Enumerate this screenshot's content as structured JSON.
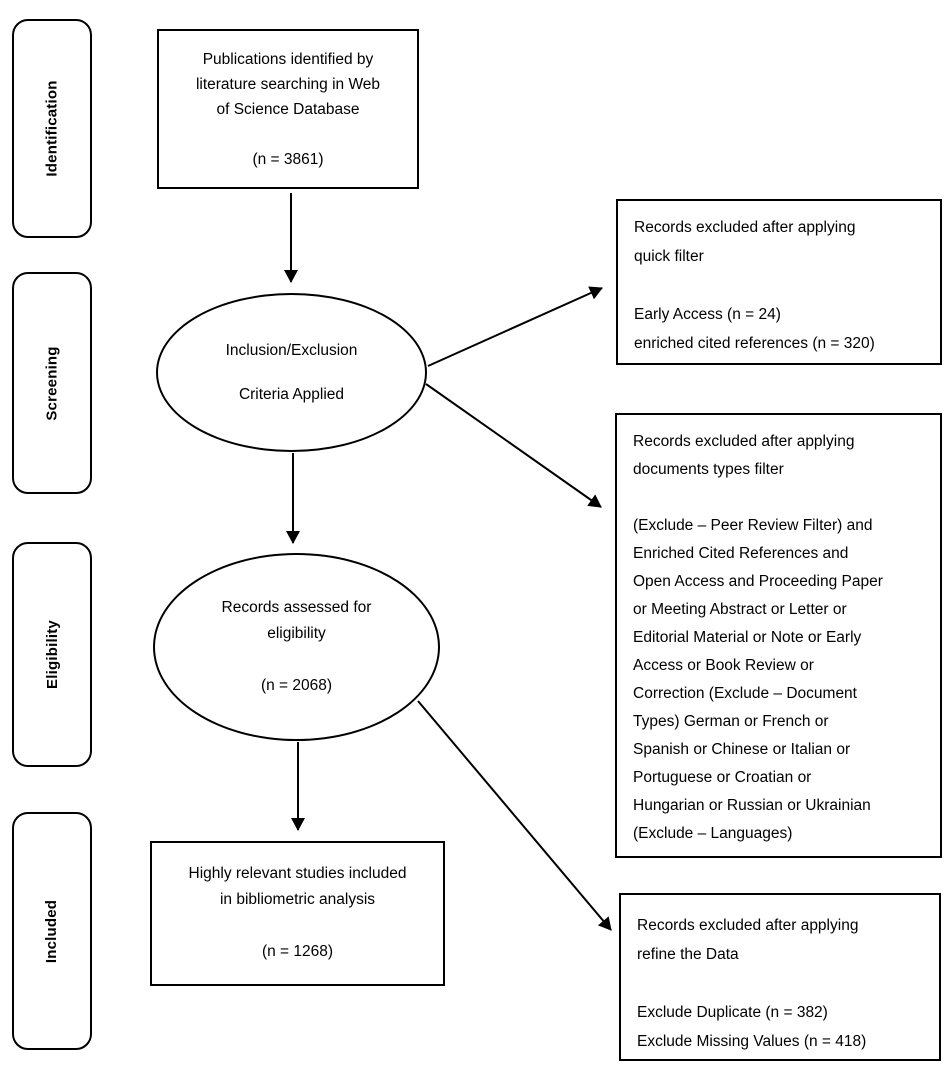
{
  "stages": [
    {
      "label": "Identification"
    },
    {
      "label": "Screening"
    },
    {
      "label": "Eligibility"
    },
    {
      "label": "Included"
    }
  ],
  "flow": {
    "identified_box": {
      "lines": [
        "Publications identified by",
        "literature searching in Web",
        "of Science Database",
        "",
        "(n = 3861)"
      ]
    },
    "criteria_ellipse": {
      "lines": [
        "Inclusion/Exclusion",
        "",
        "Criteria Applied"
      ]
    },
    "eligibility_ellipse": {
      "lines": [
        "Records assessed for",
        "eligibility",
        "",
        "(n = 2068)"
      ]
    },
    "included_box": {
      "lines": [
        "Highly relevant studies included",
        "in bibliometric analysis",
        "",
        "(n = 1268)"
      ]
    }
  },
  "exclusions": {
    "quick_filter_box": {
      "lines": [
        "Records excluded after applying",
        "quick filter",
        "",
        "Early Access (n = 24)",
        "enriched cited references (n = 320)"
      ]
    },
    "document_types_box": {
      "lines": [
        "Records excluded after applying",
        "documents types filter",
        "",
        "(Exclude – Peer Review Filter) and",
        "Enriched Cited References and",
        "Open Access and Proceeding Paper",
        "or Meeting Abstract or Letter or",
        "Editorial Material or Note or Early",
        "Access or Book Review or",
        "Correction (Exclude – Document",
        "Types) German or French or",
        "Spanish or Chinese or Italian or",
        "Portuguese or Croatian or",
        "Hungarian or Russian or Ukrainian",
        "(Exclude – Languages)"
      ]
    },
    "refine_data_box": {
      "lines": [
        "Records excluded after applying",
        "refine the Data",
        "",
        "Exclude Duplicate (n = 382)",
        "Exclude Missing Values (n = 418)"
      ]
    }
  },
  "counts": {
    "identified": 3861,
    "quick_filter_early_access": 24,
    "quick_filter_enriched_cited_references": 320,
    "assessed_for_eligibility": 2068,
    "excluded_duplicate": 382,
    "excluded_missing_values": 418,
    "included_in_analysis": 1268
  },
  "colors": {
    "line": "#000000",
    "background": "#ffffff"
  }
}
